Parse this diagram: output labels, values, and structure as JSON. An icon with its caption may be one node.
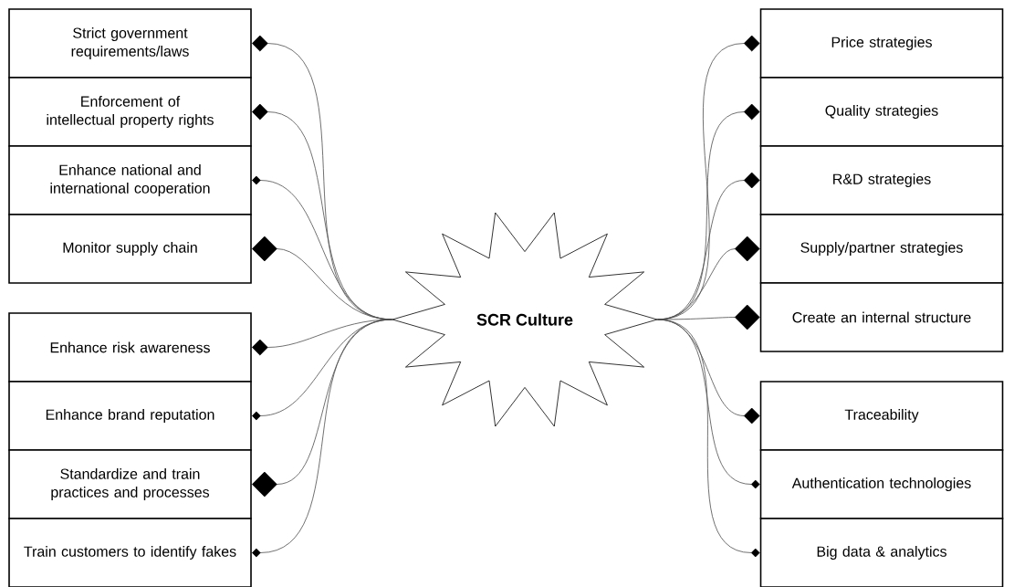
{
  "diagram": {
    "nodes": [
      {
        "text": [
          "SCR Culture"
        ]
      },
      {
        "text": [
          "Strict government requirements/laws"
        ]
      },
      {
        "text": [
          "Enforcement of intellectual property rights"
        ]
      },
      {
        "text": [
          "Enhance national and international cooperation"
        ]
      },
      {
        "text": [
          "Monitor supply chain"
        ]
      },
      {
        "text": [
          "Enhance risk awareness"
        ]
      },
      {
        "text": [
          "Enhance brand reputation"
        ]
      },
      {
        "text": [
          "Standardize and train practices and processes"
        ]
      },
      {
        "text": [
          "Train customers to identify fakes"
        ]
      },
      {
        "text": [
          "Price strategies"
        ]
      },
      {
        "text": [
          "Quality strategies"
        ]
      },
      {
        "text": [
          "R&D strategies"
        ]
      },
      {
        "text": [
          "Supply/partner strategies"
        ]
      },
      {
        "text": [
          "Create an internal structure"
        ]
      },
      {
        "text": [
          "Traceability"
        ]
      },
      {
        "text": [
          "Authentication technologies"
        ]
      },
      {
        "text": [
          "Big data & analytics"
        ]
      }
    ],
    "edges": [
      {
        "from": 0,
        "to": 1,
        "arrow": "other"
      },
      {
        "from": 0,
        "to": 2,
        "arrow": "other"
      },
      {
        "from": 0,
        "to": 3,
        "arrow": "other"
      },
      {
        "from": 0,
        "to": 4,
        "arrow": "other"
      },
      {
        "from": 0,
        "to": 5,
        "arrow": "other"
      },
      {
        "from": 0,
        "to": 6,
        "arrow": "other"
      },
      {
        "from": 0,
        "to": 7,
        "arrow": "other"
      },
      {
        "from": 0,
        "to": 8,
        "arrow": "other"
      },
      {
        "from": 0,
        "to": 9,
        "arrow": "other"
      },
      {
        "from": 0,
        "to": 10,
        "arrow": "other"
      },
      {
        "from": 0,
        "to": 11,
        "arrow": "other"
      },
      {
        "from": 0,
        "to": 12,
        "arrow": "other"
      },
      {
        "from": 0,
        "to": 13,
        "arrow": "other"
      },
      {
        "from": 0,
        "to": 14,
        "arrow": "other"
      },
      {
        "from": 0,
        "to": 15,
        "arrow": "other"
      },
      {
        "from": 0,
        "to": 16,
        "arrow": "other"
      }
    ]
  }
}
